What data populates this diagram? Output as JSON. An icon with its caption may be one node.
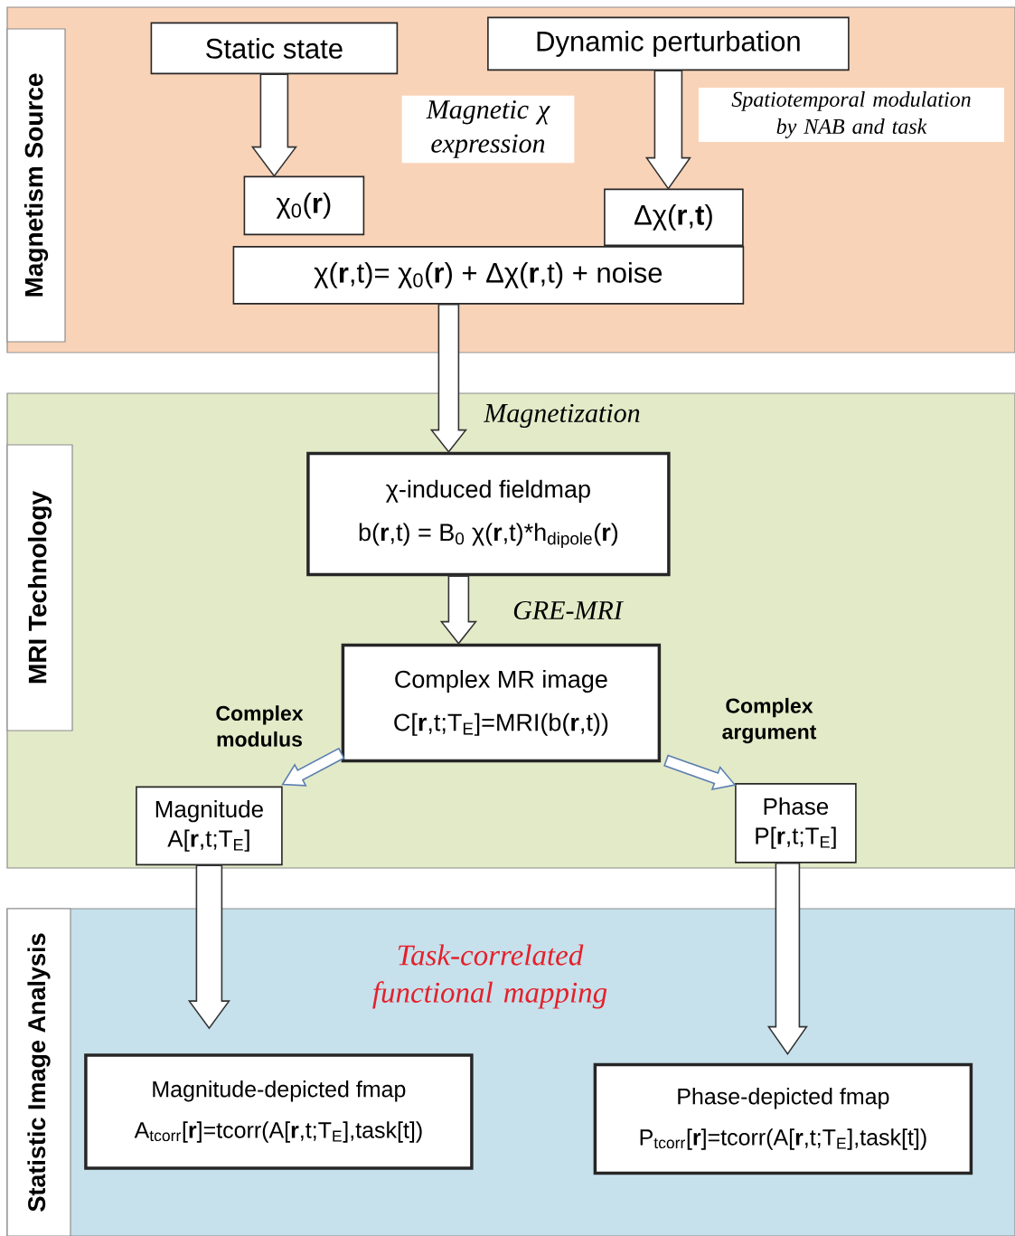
{
  "diagram": {
    "nodes": [
      {
        "text": [
          "Magnetism Source"
        ]
      },
      {
        "text": [
          "Static state"
        ],
        "in": 0
      },
      {
        "text": [
          "Dynamic perturbation"
        ],
        "in": 0
      },
      {
        "text": [
          "χ$_{0}$(**r**)"
        ],
        "in": 0
      },
      {
        "text": [
          "Δχ(**r**,**t**)"
        ],
        "in": 0
      },
      {
        "text": [
          "χ(**r**,t)= χ$_{0}$(**r**) + Δχ(**r**,t) + noise"
        ],
        "in": 0
      },
      {
        "text": [
          "MRI Technology"
        ]
      },
      {
        "text": [
          "χ-induced fieldmap",
          "b(**r**,t) = B$_{0}$ χ(**r**,t)*h$_{dipole}$(**r**)"
        ],
        "in": 6
      },
      {
        "text": [
          "Complex MR image",
          "C[**r**,t;T$_{E}$]=MRI(b(**r**,t))"
        ],
        "in": 6
      },
      {
        "text": [
          "Magnitude",
          "A[**r**,t;T$_{E}$]"
        ],
        "in": 6
      },
      {
        "text": [
          "Phase",
          "P[**r**,t;T$_{E}$]"
        ],
        "in": 6
      },
      {
        "text": [
          "Statistic Image Analysis"
        ]
      },
      {
        "text": [
          "Magnitude-depicted fmap",
          "A$_{tcorr}$[**r**]=tcorr(A[**r**,t;T$_{E}$],task[t])"
        ],
        "in": 11
      },
      {
        "text": [
          "Phase-depicted fmap",
          "P$_{tcorr}$[**r**]=tcorr(A[**r**,t;T$_{E}$],task[t])"
        ],
        "in": 11
      }
    ],
    "edges": [
      {
        "from": 1,
        "to": 3,
        "arrow": "to"
      },
      {
        "from": 2,
        "to": 4,
        "arrow": "to",
        "label": "Spatiotemporal modulation by NAB and task"
      },
      {
        "from": 5,
        "to": 7,
        "arrow": "to",
        "label": "Magnetization"
      },
      {
        "from": 7,
        "to": 8,
        "arrow": "to",
        "label": "GRE-MRI"
      },
      {
        "from": 8,
        "to": 9,
        "arrow": "to",
        "label": "Complex modulus",
        "color": "#5b7fb0"
      },
      {
        "from": 8,
        "to": 10,
        "arrow": "to",
        "label": "Complex argument",
        "color": "#5b7fb0"
      },
      {
        "from": 9,
        "to": 12,
        "arrow": "to"
      },
      {
        "from": 10,
        "to": 13,
        "arrow": "to"
      }
    ],
    "labels": [
      "Magnetic χ expression",
      "Task-correlated functional mapping"
    ]
  }
}
